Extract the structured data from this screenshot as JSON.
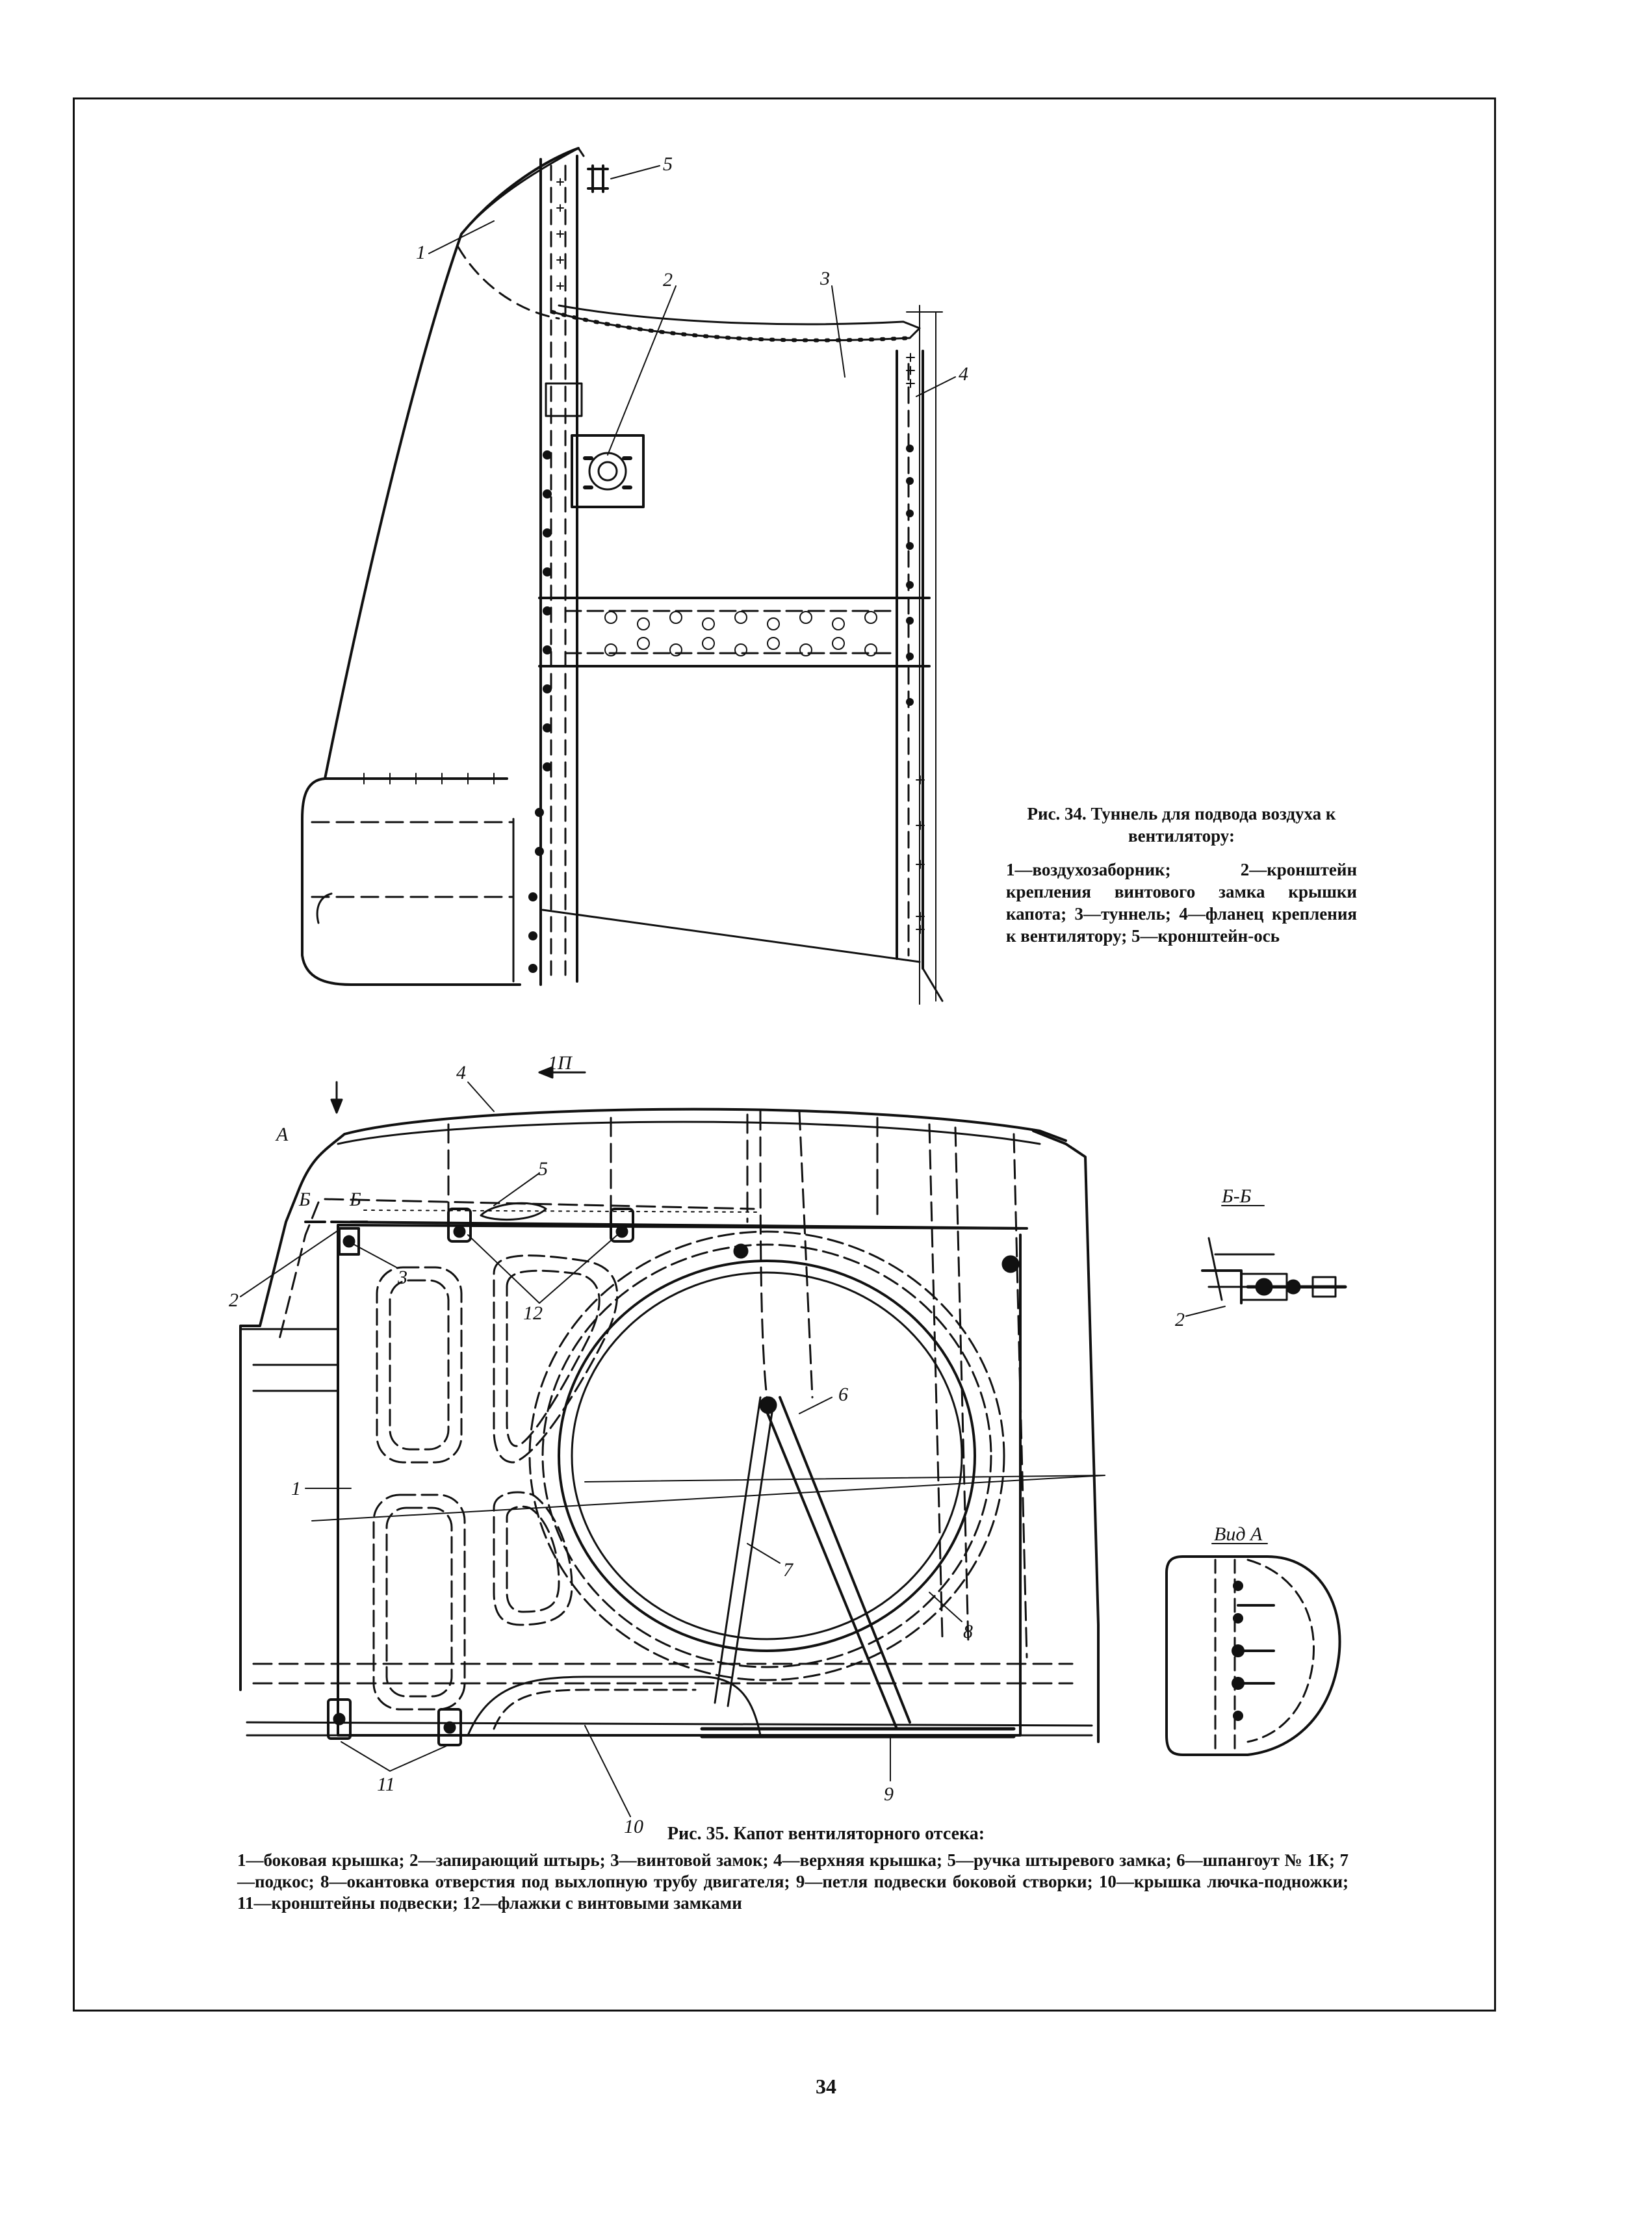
{
  "fig34": {
    "title": "Рис. 34. Туннель для подвода воздуха к вентилятору:",
    "legend": "1—воздухозаборник; 2—кронштейн крепления винтового замка крышки капота; 3—туннель; 4—фланец крепления к вентилятору; 5—кронштейн-ось",
    "callouts": [
      "1",
      "2",
      "3",
      "4",
      "5"
    ]
  },
  "fig35": {
    "title": "Рис. 35. Капот вентиляторного отсека:",
    "legend": "1—боковая крышка; 2—запирающий штырь; 3—винтовой замок; 4—верхняя крышка; 5—ручка штыревого замка; 6—шпангоут № 1К; 7—подкос; 8—окантовка отверстия под выхлопную трубу двигателя; 9—петля подвески боковой створки; 10—крышка лючка-подножки; 11—кронштейны подвески; 12—флажки с винтовыми замками",
    "callouts": [
      "1",
      "2",
      "3",
      "4",
      "5",
      "6",
      "7",
      "8",
      "9",
      "10",
      "11",
      "12"
    ],
    "direction_label": "1П",
    "view_arrow": "А",
    "section_mark": "Б",
    "section_label": "Б-Б",
    "view_label": "Вид А",
    "section_callout": "2"
  },
  "page": {
    "number": "34"
  }
}
